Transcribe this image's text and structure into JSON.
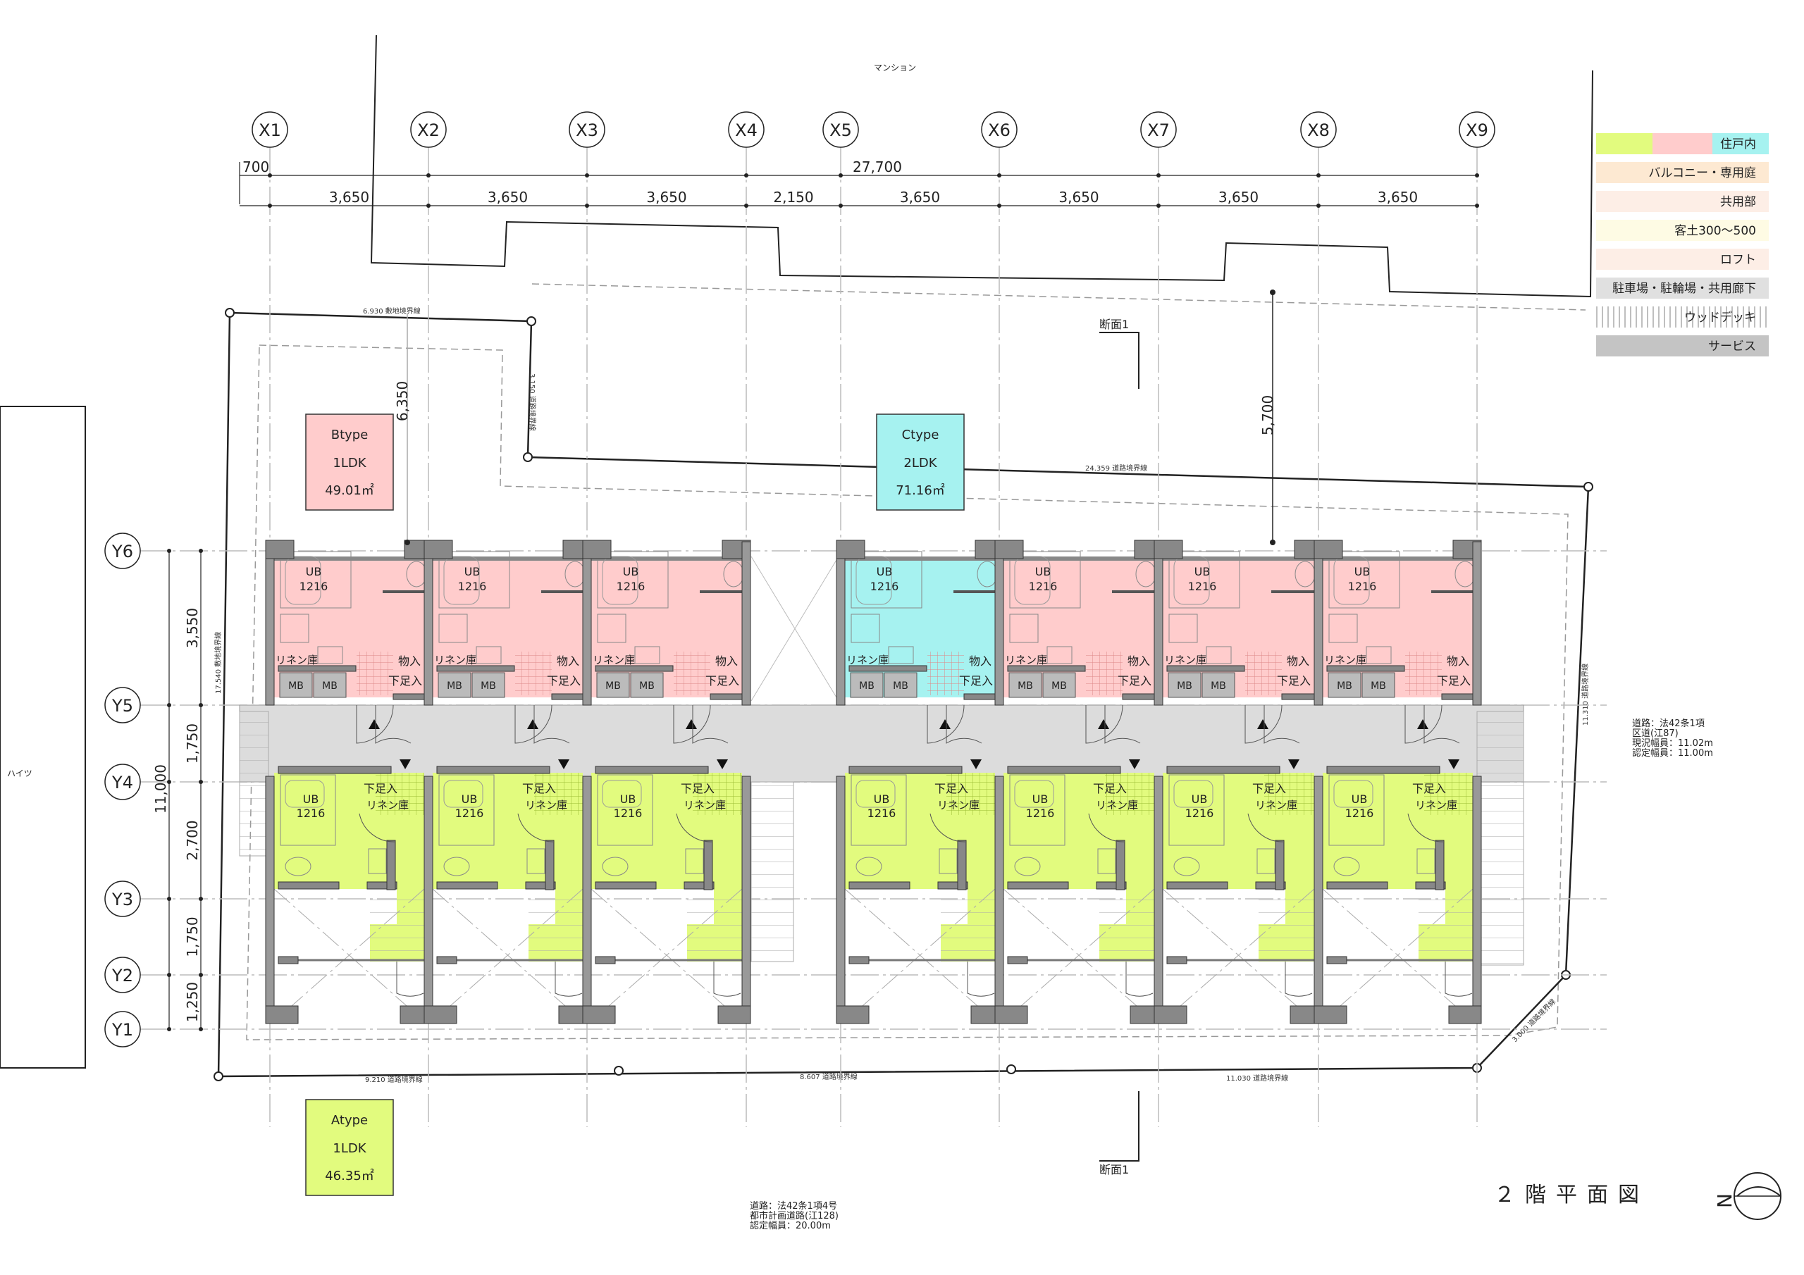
{
  "header_note_top": "マンション",
  "neighbor_left": "ハイツ",
  "grid": {
    "x": [
      "X1",
      "X2",
      "X3",
      "X4",
      "X5",
      "X6",
      "X7",
      "X8",
      "X9"
    ],
    "y": [
      "Y6",
      "Y5",
      "Y4",
      "Y3",
      "Y2",
      "Y1"
    ]
  },
  "dims": {
    "offset_left": "700",
    "overall_top": "27,700",
    "spans": [
      "3,650",
      "3,650",
      "3,650",
      "2,150",
      "3,650",
      "3,650",
      "3,650",
      "3,650"
    ],
    "left": [
      "3,550",
      "1,750",
      "2,700",
      "1,750",
      "1,250"
    ],
    "overall_left": "11,000",
    "setback_b": "6,350",
    "setback_c": "5,700"
  },
  "boundary": {
    "top_left": "6.930 敷地境界線",
    "top_step": "3.150 道路境界線",
    "top_main": "24.359 道路境界線",
    "left": "17.540 敷地境界線",
    "right": "11.310 道路境界線",
    "corner": "3.000 道路境界線",
    "bottom": [
      "9.210 道路境界線",
      "8.607 道路境界線",
      "11.030 道路境界線"
    ]
  },
  "section": "断面1",
  "types": [
    {
      "name": "Btype",
      "layout": "1LDK",
      "area": "49.01㎡",
      "color": "#ffcccc"
    },
    {
      "name": "Ctype",
      "layout": "2LDK",
      "area": "71.16㎡",
      "color": "#a6f2f0"
    },
    {
      "name": "Atype",
      "layout": "1LDK",
      "area": "46.35㎡",
      "color": "#e2fb7e"
    }
  ],
  "unit_labels": {
    "ub": "UB",
    "ub_size": "1216",
    "storage": "物入",
    "shoe": "下足入",
    "linen": "リネン庫",
    "mb": "MB"
  },
  "upper_units": [
    "B",
    "B",
    "B",
    "C",
    "B",
    "B",
    "B"
  ],
  "lower_units": [
    "A",
    "A",
    "A",
    "A",
    "A",
    "A",
    "A"
  ],
  "legend": [
    {
      "label": "住戸内",
      "colors": [
        "#e2fb7e",
        "#ffcccc",
        "#a6f2f0"
      ]
    },
    {
      "label": "バルコニー・専用庭",
      "colors": [
        "#fde9d2"
      ]
    },
    {
      "label": "共用部",
      "colors": [
        "#fdeee6"
      ]
    },
    {
      "label": "客土300～500",
      "colors": [
        "#fefbe4"
      ]
    },
    {
      "label": "ロフト",
      "colors": [
        "#fdeee6"
      ]
    },
    {
      "label": "駐車場・駐輪場・共用廊下",
      "colors": [
        "#e0e0e0"
      ]
    },
    {
      "label": "ウッドデッキ",
      "colors": [
        "stripes"
      ]
    },
    {
      "label": "サービス",
      "colors": [
        "#c4c4c4"
      ]
    }
  ],
  "road_bottom": [
    "道路：法42条1項4号",
    "都市計画道路(江128)",
    "認定幅員：20.00m"
  ],
  "road_right": [
    "道路：法42条1項",
    "区道(江87)",
    "現況幅員：11.02m",
    "認定幅員：11.00m"
  ],
  "title": "２階平面図",
  "north": "N"
}
